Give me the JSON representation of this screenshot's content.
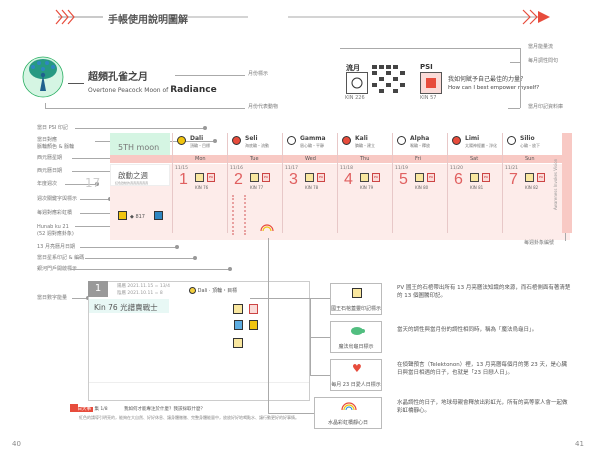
{
  "header": {
    "title": "手帳使用說明圖解"
  },
  "moon": {
    "title": "超頻孔雀之月",
    "subtitle": "Overtone Peacock Moon of",
    "subtitle_bold": "Radiance",
    "label_moon": "月份標示",
    "label_animal": "月份代表動物"
  },
  "top_right": {
    "kin_left": "KIN 226",
    "label_left": "流月",
    "kin_right": "KIN 57",
    "label_right": "PSI",
    "q_zh": "我如何賦予自己最佳的力量？",
    "q_en": "How can I best empower myself?",
    "ann1": "當月能量流",
    "ann2": "每月調性問句",
    "ann3": "當月印記資料庫"
  },
  "left_labels": [
    "當日 PSI 印記",
    "當日對應\n脈輪顏色 & 脈輪",
    "西元曆星期",
    "西元曆日期",
    "年度週次",
    "週次關鍵字與標示",
    "每週對應彩虹橋",
    "Hunab ku 21\n(52 週對應卦象)",
    "13 月亮曆月日期",
    "當日星系印記 & 編碼",
    "銀河門戶開啟標示",
    "當日數字能量"
  ],
  "week": {
    "moon_label": "5TH moon",
    "week_num": "17",
    "week_keyword": "啟動之週",
    "week_desc": "紅色啟動的週週週週週週",
    "b17": "817",
    "days": [
      {
        "kin_name": "Dali",
        "sub": "頂輪・目標",
        "day": "Mon",
        "date": "11/15",
        "n": "1",
        "kin": "KIN 76"
      },
      {
        "kin_name": "Seli",
        "sub": "海底輪・流動",
        "day": "Tue",
        "date": "11/16",
        "n": "2",
        "kin": "KIN 77"
      },
      {
        "kin_name": "Gamma",
        "sub": "眉心輪・平靜",
        "day": "Wed",
        "date": "11/17",
        "n": "3",
        "kin": "KIN 78"
      },
      {
        "kin_name": "Kali",
        "sub": "臍輪・建立",
        "day": "Thu",
        "date": "11/18",
        "n": "4",
        "kin": "KIN 79"
      },
      {
        "kin_name": "Alpha",
        "sub": "喉輪・釋放",
        "day": "Fri",
        "date": "11/19",
        "n": "5",
        "kin": "KIN 80"
      },
      {
        "kin_name": "Limi",
        "sub": "太陽神經叢・淨化",
        "day": "Sat",
        "date": "11/20",
        "n": "6",
        "kin": "KIN 81"
      },
      {
        "kin_name": "Silio",
        "sub": "心輪・放下",
        "day": "Sun",
        "date": "11/21",
        "n": "7",
        "kin": "KIN 82"
      }
    ],
    "vertical_label": "Awareness Invokes Vision",
    "hunab_label": "每週卦象編號"
  },
  "daily": {
    "day_no": "1",
    "line1": "陽曆 2021.11.15 = 13/4",
    "line2": "陰曆 2021.10.11 = 8",
    "kin_title": "Kin 76 光譜賣戰士",
    "kin_name": "Dali",
    "sub": "頂輪・目標",
    "footer_label": "本日大事",
    "footer_tag": "集 1/8",
    "footer_q": "我如何才能專注於什麼？我該採取什麼？",
    "footer_note": "紅色的請導引明亮的，能夠在大自然、好好休息、讓身體徹徹、完整身體能量中，放放好好地喝點水、讓行動更好的好事情。"
  },
  "notes": [
    {
      "label": "國王石棺蓋靈印記標示",
      "text": "PV 國王的石棺帶出所有 13 月亮曆法知識的來源，而石棺側面有著清楚的 13 個圖騰印記。"
    },
    {
      "label": "魔法烏龜日標示",
      "text": "當天的調性與當月份的調性相同時，稱為「魔法烏龜日」。"
    },
    {
      "label": "每月 23 日愛人日標示",
      "text": "在偵聲預言（Telektonon）裡，13 月亮曆每個月的第 23 天，是心臟日與當日相遇的日子，也就是「23 日戀人日」。"
    },
    {
      "label": "水晶彩虹橋靜心日",
      "text": "水晶調性的日子，地球母親會釋放出彩虹光，所有的高等家人會一起做彩虹橋靜心。"
    }
  ],
  "pages": {
    "left": "40",
    "right": "41"
  }
}
